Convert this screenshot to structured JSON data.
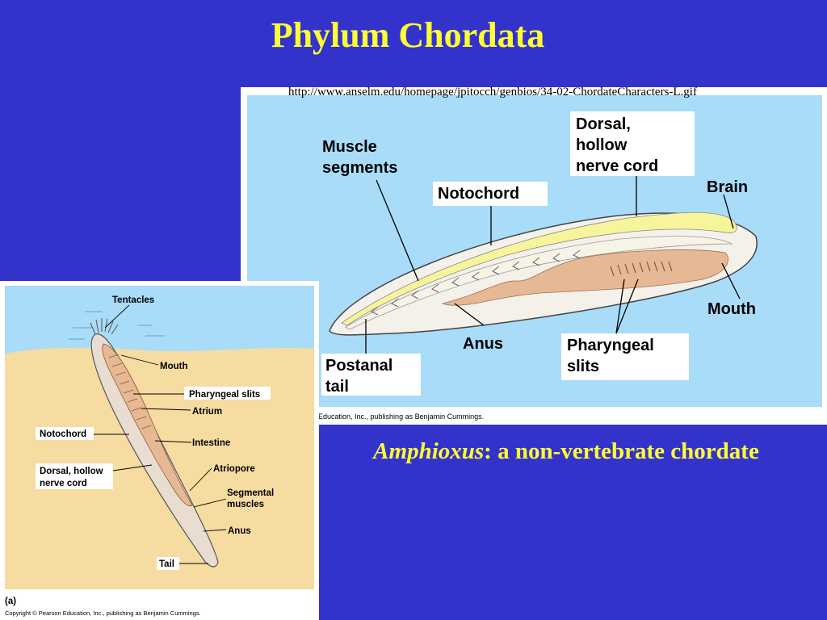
{
  "slide": {
    "title": "Phylum Chordata",
    "source_url": "http://www.anselm.edu/homepage/jpitocch/genbios/34-02-ChordateCharacters-L.gif",
    "caption_italic": "Amphioxus",
    "caption_rest": ": a non-vertebrate chordate"
  },
  "right_diagram": {
    "labels": {
      "muscle_segments_1": "Muscle",
      "muscle_segments_2": "segments",
      "notochord": "Notochord",
      "dorsal_1": "Dorsal,",
      "dorsal_2": "hollow",
      "dorsal_3": "nerve cord",
      "brain": "Brain",
      "mouth": "Mouth",
      "anus": "Anus",
      "pharyngeal_1": "Pharyngeal",
      "pharyngeal_2": "slits",
      "postanal_1": "Postanal",
      "postanal_2": "tail"
    },
    "copyright": "Education, Inc., publishing as Benjamin Cummings."
  },
  "left_diagram": {
    "labels": {
      "tentacles": "Tentacles",
      "mouth": "Mouth",
      "pharyngeal_slits": "Pharyngeal slits",
      "atrium": "Atrium",
      "notochord": "Notochord",
      "intestine": "Intestine",
      "dorsal_1": "Dorsal, hollow",
      "dorsal_2": "nerve cord",
      "atriopore": "Atriopore",
      "segmental_1": "Segmental",
      "segmental_2": "muscles",
      "anus": "Anus",
      "tail": "Tail",
      "part": "(a)"
    },
    "copyright": "Copyright © Pearson Education, Inc., publishing as Benjamin Cummings."
  },
  "colors": {
    "background": "#3333cc",
    "title": "#ffff33",
    "water": "#a8dcf8",
    "sand": "#f6dca0",
    "nerve_cord": "#f8f49c",
    "gut": "#e6b894"
  }
}
